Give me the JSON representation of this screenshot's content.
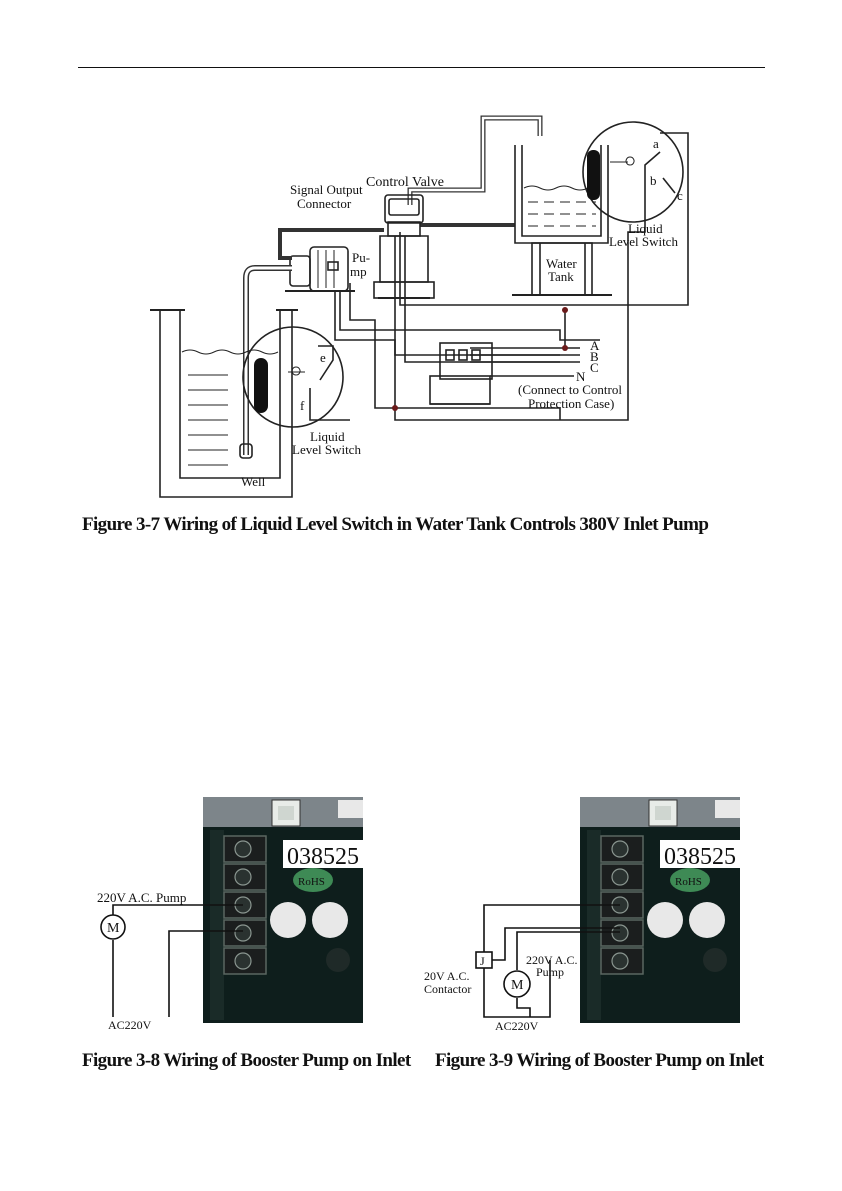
{
  "fig37": {
    "caption": "Figure 3-7 Wiring of Liquid Level Switch in Water Tank Controls 380V Inlet Pump",
    "labels": {
      "signal_output_1": "Signal Output",
      "signal_output_2": "Connector",
      "control_valve": "Control Valve",
      "pump_1": "Pu-",
      "pump_2": "mp",
      "water_tank_1": "Water",
      "water_tank_2": "Tank",
      "liquid_level_top_1": "Liquid",
      "liquid_level_top_2": "Level Switch",
      "liquid_level_bottom_1": "Liquid",
      "liquid_level_bottom_2": "Level Switch",
      "well": "Well",
      "phase_a": "A",
      "phase_b": "B",
      "phase_c": "C",
      "neutral": "N",
      "connect_note_1": "(Connect to Control",
      "connect_note_2": "Protection Case)",
      "contact_a": "a",
      "contact_b": "b",
      "contact_c": "c",
      "contact_e": "e",
      "contact_f": "f"
    }
  },
  "fig38": {
    "caption": "Figure 3-8 Wiring of Booster Pump on Inlet",
    "labels": {
      "pump": "220V A.C. Pump",
      "motor": "M",
      "supply": "AC220V",
      "board_number": "038525",
      "rohs": "RoHS"
    }
  },
  "fig39": {
    "caption": "Figure 3-9 Wiring of Booster Pump on Inlet",
    "labels": {
      "pump_1": "220V A.C.",
      "pump_2": "Pump",
      "contactor_1": "20V A.C.",
      "contactor_2": "Contactor",
      "relay": "J",
      "motor": "M",
      "supply": "AC220V",
      "board_number": "038525",
      "rohs": "RoHS"
    }
  }
}
